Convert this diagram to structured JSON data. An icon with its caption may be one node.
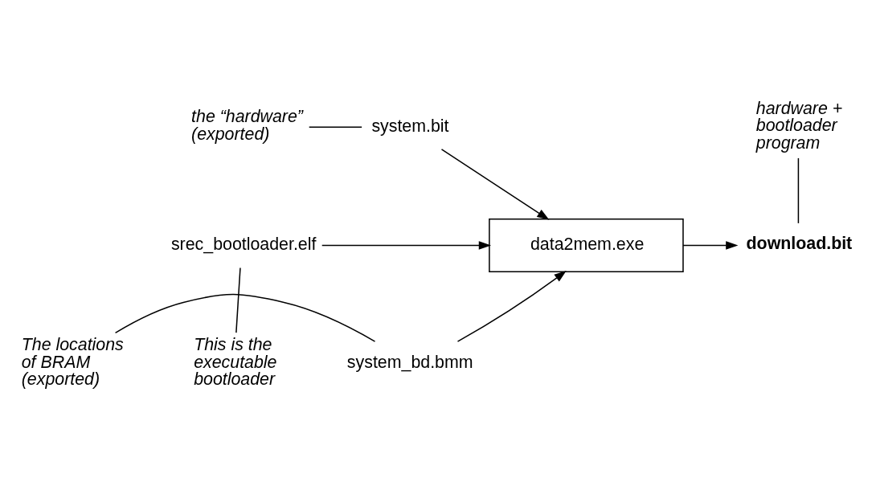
{
  "diagram": {
    "nodes": [
      {
        "text": [
          "the “hardware” (exported)"
        ]
      },
      {
        "text": [
          "system.bit"
        ]
      },
      {
        "text": [
          "hardware + bootloader program"
        ]
      },
      {
        "text": [
          "srec_bootloader.elf"
        ]
      },
      {
        "text": [
          "data2mem.exe"
        ]
      },
      {
        "text": [
          "download.bit"
        ]
      },
      {
        "text": [
          "system_bd.bmm"
        ]
      },
      {
        "text": [
          "This is the executable bootloader"
        ]
      },
      {
        "text": [
          "The locations of BRAM (exported)"
        ]
      }
    ],
    "edges": [
      {
        "from": 0,
        "to": 1,
        "arrow": "none"
      },
      {
        "from": 1,
        "to": 4,
        "arrow": "to"
      },
      {
        "from": 2,
        "to": 5,
        "arrow": "none"
      },
      {
        "from": 3,
        "to": 4,
        "arrow": "to"
      },
      {
        "from": 4,
        "to": 5,
        "arrow": "to"
      },
      {
        "from": 6,
        "to": 4,
        "arrow": "to"
      },
      {
        "from": 7,
        "to": 3,
        "arrow": "none"
      },
      {
        "from": 8,
        "to": 6,
        "arrow": "none"
      }
    ]
  }
}
